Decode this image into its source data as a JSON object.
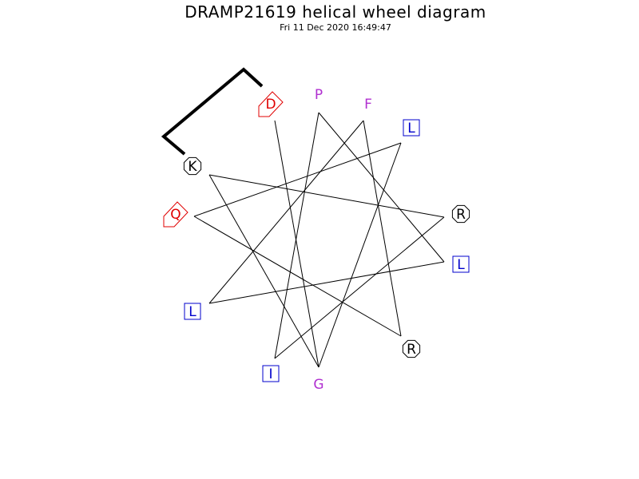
{
  "header": {
    "title": "DRAMP21619 helical wheel diagram",
    "timestamp": "Fri 11 Dec 2020 16:49:47"
  },
  "colors": {
    "hydrophobic": "#0000cc",
    "polar_uncharged": "#b030d0",
    "negative": "#e00000",
    "positive": "#000000",
    "wheel_line": "#000000"
  },
  "residues": [
    {
      "letter": "D",
      "group": "negative",
      "shape": "pentagon"
    },
    {
      "letter": "P",
      "group": "polar_uncharged",
      "shape": "none"
    },
    {
      "letter": "F",
      "group": "polar_uncharged",
      "shape": "none"
    },
    {
      "letter": "L",
      "group": "hydrophobic",
      "shape": "square"
    },
    {
      "letter": "R",
      "group": "positive",
      "shape": "octagon"
    },
    {
      "letter": "L",
      "group": "hydrophobic",
      "shape": "square"
    },
    {
      "letter": "R",
      "group": "positive",
      "shape": "octagon"
    },
    {
      "letter": "G",
      "group": "polar_uncharged",
      "shape": "none"
    },
    {
      "letter": "I",
      "group": "hydrophobic",
      "shape": "square"
    },
    {
      "letter": "L",
      "group": "hydrophobic",
      "shape": "square"
    },
    {
      "letter": "Q",
      "group": "negative",
      "shape": "pentagon"
    },
    {
      "letter": "K",
      "group": "positive",
      "shape": "octagon"
    }
  ]
}
